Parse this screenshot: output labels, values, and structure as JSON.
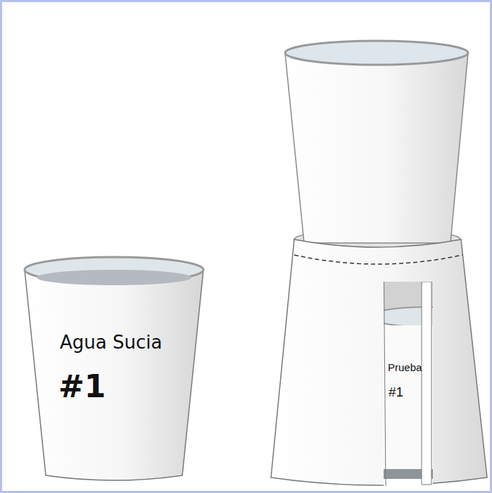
{
  "diagram": {
    "nodes": [
      {
        "text": [
          "Agua Sucia",
          "#1"
        ]
      },
      {
        "text": [
          "Prueba",
          "#1"
        ]
      }
    ]
  }
}
